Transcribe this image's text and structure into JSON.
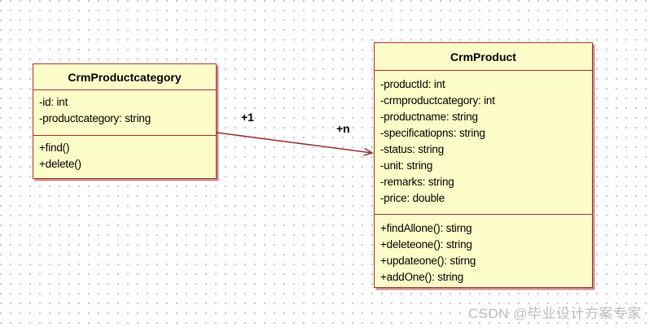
{
  "diagram": {
    "classes": [
      {
        "name": "CrmProductcategory",
        "attributes": [
          "-id: int",
          "-productcategory: string"
        ],
        "methods": [
          "+find()",
          "+delete()"
        ]
      },
      {
        "name": "CrmProduct",
        "attributes": [
          "-productId: int",
          "-crmproductcategory: int",
          "-productname: string",
          "-specificatiopns: string",
          "-status: string",
          "-unit: string",
          "-remarks: string",
          "-price: double"
        ],
        "methods": [
          "+findAllone(): stirng",
          "+deleteone(): string",
          "+updateone(): stirng",
          "+addOne(): string"
        ]
      }
    ],
    "association": {
      "source_multiplicity": "+1",
      "target_multiplicity": "+n"
    },
    "watermark": "CSDN @毕业设计方案专家",
    "colors": {
      "box_fill": "#fcfcc8",
      "box_border": "#a03033",
      "box_shadow": "#b26a66",
      "line": "#9b2d30",
      "grid_dot": "#c6c6c6",
      "watermark_text": "#bcbcbc"
    }
  }
}
